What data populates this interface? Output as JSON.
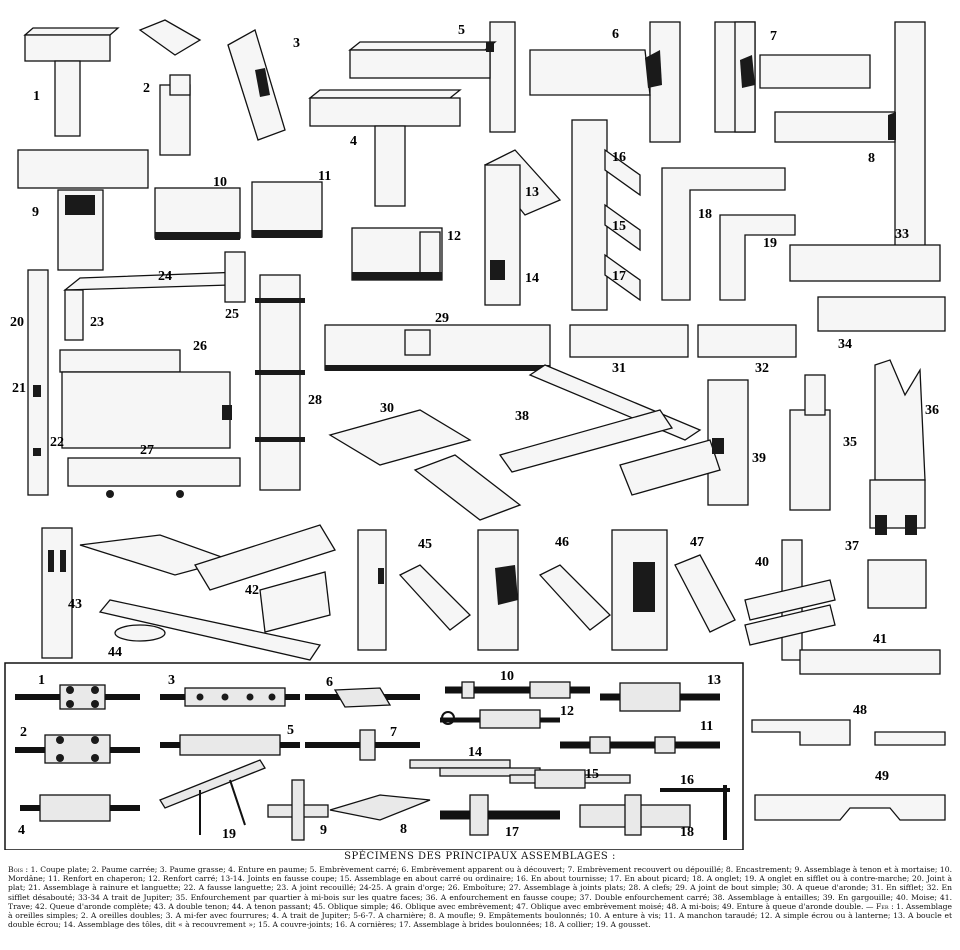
{
  "caption": {
    "title": "SPÉCIMENS DES PRINCIPAUX ASSEMBLAGES :",
    "bois_label": "Bois",
    "bois_text": "1. Coupe plate; 2. Paume carrée; 3. Paume grasse; 4. Enture en paume; 5. Embrèvement carré; 6. Embrèvement apparent ou à découvert; 7. Embrèvement recouvert ou dépouillé; 8. Encastrement; 9. Assemblage à tenon et à mortaise; 10. Mordâne; 11. Renfort en chaperon; 12. Renfort carré; 13-14. Joints en fausse coupe; 15. Assemblage en about carré ou ordinaire; 16. En about tournisse; 17. En about picard; 18. A onglet; 19. A onglet en sifflet ou à contre-marche; 20. Joint à plat; 21. Assemblage à rainure et languette; 22. A fausse languette; 23. A joint recouillé; 24-25. A grain d'orge; 26. Emboîture; 27. Assemblage à joints plats; 28. A clefs; 29. A joint de bout simple; 30. A queue d'aronde; 31. En sifflet; 32. En sifflet désabouté; 33-34 A trait de Jupiter; 35. Enfourchement par quartier à mi-bois sur les quatre faces; 36. A enfourchement en fausse coupe; 37. Double enfourchement carré; 38. Assemblage à entailles; 39. En gargouille; 40. Moise; 41. Trave; 42. Queue d'aronde complète; 43. A double tenon; 44. A tenon passant; 45. Oblique simple; 46. Oblique avec embrèvement; 47. Oblique avec embrèvement moisé; 48. A mi-bois; 49. Enture à queue d'aronde double. —",
    "fer_label": "Fer",
    "fer_text": "1. Assemblage à oreilles simples; 2. A oreilles doubles; 3. A mi-fer avec fourrures; 4. A trait de Jupiter; 5-6-7. A charnière; 8. A moufle; 9. Empâtements boulonnés; 10. A enture à vis; 11. A manchon taraudé; 12. A simple écrou ou à lanterne; 13. A boucle et double écrou; 14. Assemblage des tôles, dit « à recouvrement »; 15. A couvre-joints; 16. A cornières; 17. Assemblage à brides boulonnées; 18. A collier; 19. A gousset."
  },
  "figure_numbers": {
    "wood": [
      "1",
      "2",
      "3",
      "4",
      "5",
      "6",
      "7",
      "8",
      "9",
      "10",
      "11",
      "12",
      "13",
      "14",
      "15",
      "16",
      "17",
      "18",
      "19",
      "20",
      "21",
      "22",
      "23",
      "24",
      "25",
      "26",
      "27",
      "28",
      "29",
      "30",
      "31",
      "32",
      "33",
      "34",
      "35",
      "36",
      "37",
      "38",
      "39",
      "40",
      "41",
      "42",
      "43",
      "44",
      "45",
      "46",
      "47",
      "48",
      "49"
    ],
    "iron": [
      "1",
      "2",
      "3",
      "4",
      "5",
      "6",
      "7",
      "8",
      "9",
      "10",
      "11",
      "12",
      "13",
      "14",
      "15",
      "16",
      "17",
      "18",
      "19"
    ]
  }
}
